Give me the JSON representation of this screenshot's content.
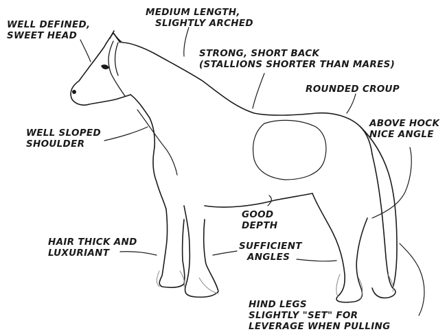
{
  "labels": {
    "head": [
      "WELL DEFINED,",
      "SWEET HEAD"
    ],
    "neck": [
      "MEDIUM LENGTH,",
      "SLIGHTLY ARCHED"
    ],
    "back": [
      "STRONG, SHORT BACK",
      "(STALLIONS SHORTER THAN MARES)"
    ],
    "croup": [
      "ROUNDED CROUP"
    ],
    "hock": [
      "ABOVE HOCK",
      "NICE ANGLE"
    ],
    "shoulder": [
      "WELL SLOPED",
      "SHOULDER"
    ],
    "depth": [
      "GOOD",
      "DEPTH"
    ],
    "hair": [
      "HAIR THICK AND",
      "LUXURIANT"
    ],
    "angles": [
      "SUFFICIENT",
      "ANGLES"
    ],
    "hind": [
      "HIND LEGS",
      "SLIGHTLY \"SET\" FOR",
      "LEVERAGE WHEN PULLING"
    ]
  },
  "colors": {
    "ink": "#1a1a1a",
    "shading": "#888888",
    "background": "#ffffff"
  }
}
